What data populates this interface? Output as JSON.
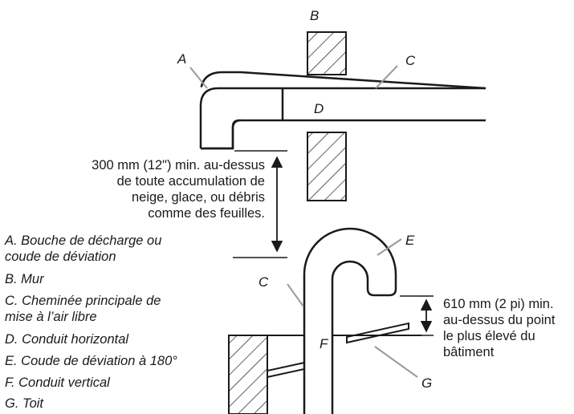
{
  "callouts": {
    "a": "A",
    "b": "B",
    "c_top": "C",
    "d": "D",
    "e": "E",
    "c_bottom": "C",
    "f": "F",
    "g": "G"
  },
  "clearance_note": {
    "lines": [
      "300 mm (12\") min. au-dessus",
      "de toute accumulation de",
      "neige, glace, ou débris",
      "comme des feuilles."
    ]
  },
  "roof_note": {
    "lines": [
      "610 mm (2 pi) min.",
      "au-dessus du point",
      "le plus élevé du",
      "bâtiment"
    ]
  },
  "legend": [
    "A. Bouche de décharge ou",
    "coude de déviation",
    "B. Mur",
    "C. Cheminée principale de",
    "mise à l’air libre",
    "D. Conduit horizontal",
    "E. Coude de déviation à 180°",
    "F. Conduit vertical",
    "G. Toit"
  ],
  "colors": {
    "line": "#1a1a1a",
    "leader": "#9a9a9a",
    "background": "#ffffff"
  }
}
